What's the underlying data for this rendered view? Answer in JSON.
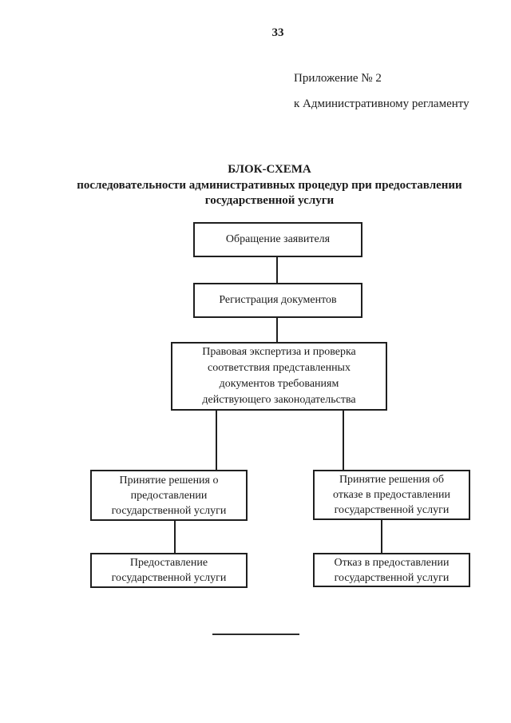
{
  "page": {
    "number": "33"
  },
  "appendix": {
    "line1": "Приложение № 2",
    "line2": "к Административному регламенту"
  },
  "title": {
    "line1": "БЛОК-СХЕМА",
    "line2": "последовательности административных процедур при предоставлении",
    "line3": "государственной услуги"
  },
  "flowchart": {
    "applicant_request": {
      "lines": [
        "Обращение заявителя"
      ]
    },
    "document_registration": {
      "lines": [
        "Регистрация документов"
      ]
    },
    "legal_review": {
      "lines": [
        "Правовая экспертиза и проверка",
        "соответствия представленных",
        "документов требованиям",
        "действующего законодательства"
      ]
    },
    "decision_grant": {
      "lines": [
        "Принятие решения о",
        "предоставлении",
        "государственной услуги"
      ]
    },
    "decision_refuse": {
      "lines": [
        "Принятие решения об",
        "отказе в предоставлении",
        "государственной услуги"
      ]
    },
    "service_provided": {
      "lines": [
        "Предоставление",
        "государственной услуги"
      ]
    },
    "service_refused": {
      "lines": [
        "Отказ в предоставлении",
        "государственной услуги"
      ]
    }
  },
  "colors": {
    "ink": "#1f1f1f",
    "background": "#ffffff"
  }
}
